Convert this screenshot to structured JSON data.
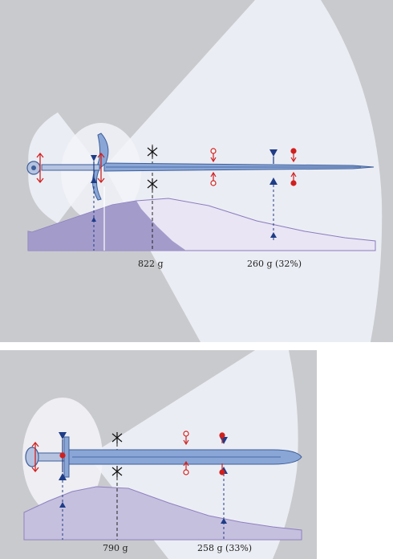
{
  "panels": [
    {
      "id": "top",
      "node_mass_label": "822 g",
      "tip_mass_label": "260 g (32%)"
    },
    {
      "id": "bottom",
      "node_mass_label": "790 g",
      "tip_mass_label": "258 g (33%)"
    }
  ],
  "colors": {
    "background": "#c9cacd",
    "cone": "#eef0f7",
    "blade": "#8aa6d6",
    "blade_edge": "#3e5f9a",
    "navy_marker": "#1f3c86",
    "red_marker": "#d0201e",
    "distribution_fill": "#9b93c6"
  }
}
